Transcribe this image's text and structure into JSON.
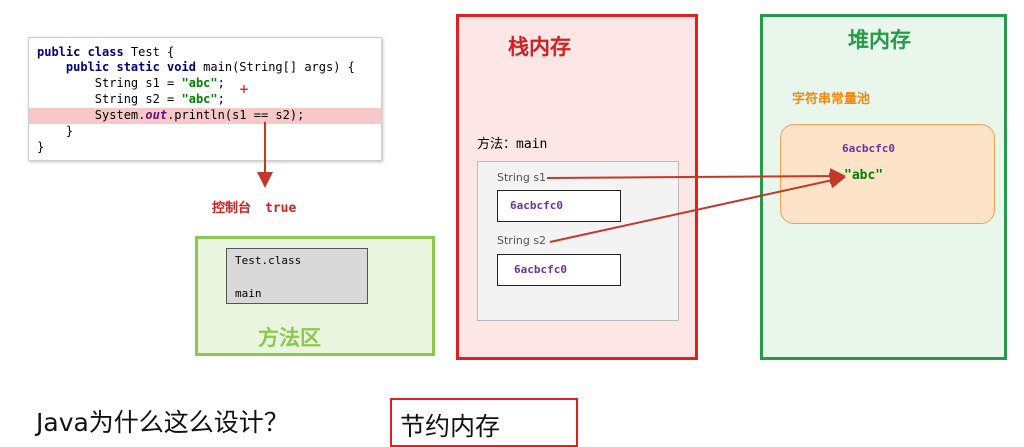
{
  "code": {
    "lines": [
      {
        "parts": [
          {
            "t": "public class ",
            "c": "kw"
          },
          {
            "t": "Test {",
            "c": ""
          }
        ]
      },
      {
        "parts": [
          {
            "t": "    public static void ",
            "c": "kw"
          },
          {
            "t": "main(String[] args) {",
            "c": ""
          }
        ]
      },
      {
        "parts": [
          {
            "t": "        String s1 = ",
            "c": ""
          },
          {
            "t": "\"abc\"",
            "c": "str"
          },
          {
            "t": ";",
            "c": ""
          }
        ]
      },
      {
        "parts": [
          {
            "t": "        String s2 = ",
            "c": ""
          },
          {
            "t": "\"abc\"",
            "c": "str"
          },
          {
            "t": ";",
            "c": ""
          }
        ]
      },
      {
        "parts": [
          {
            "t": "        System.",
            "c": ""
          },
          {
            "t": "out",
            "c": "it"
          },
          {
            "t": ".println(s1 == s2);",
            "c": ""
          }
        ]
      },
      {
        "parts": [
          {
            "t": "    }",
            "c": ""
          }
        ]
      },
      {
        "parts": [
          {
            "t": "}",
            "c": ""
          }
        ]
      }
    ],
    "highlight_line": 5,
    "cursor_mark": "+"
  },
  "console": {
    "label": "控制台",
    "value": "true"
  },
  "method_area": {
    "title": "方法区",
    "class_name": "Test.class",
    "method_name": "main"
  },
  "stack": {
    "title": "栈内存",
    "method_label": "方法：",
    "method_name": "main",
    "var_s1": "String s1",
    "var_s2": "String s2",
    "ref_s1": "6acbcfc0",
    "ref_s2": "6acbcfc0"
  },
  "heap": {
    "title": "堆内存",
    "pool_title": "字符串常量池",
    "pool_addr": "6acbcfc0",
    "pool_value": "\"abc\""
  },
  "bottom": {
    "question": "Java为什么这么设计？",
    "answer": "节约内存"
  },
  "colors": {
    "stack_border": "#e02020",
    "heap_border": "#239b48",
    "method_border": "#8cc84b",
    "arrow": "#c0392b",
    "address": "#7030a0"
  }
}
